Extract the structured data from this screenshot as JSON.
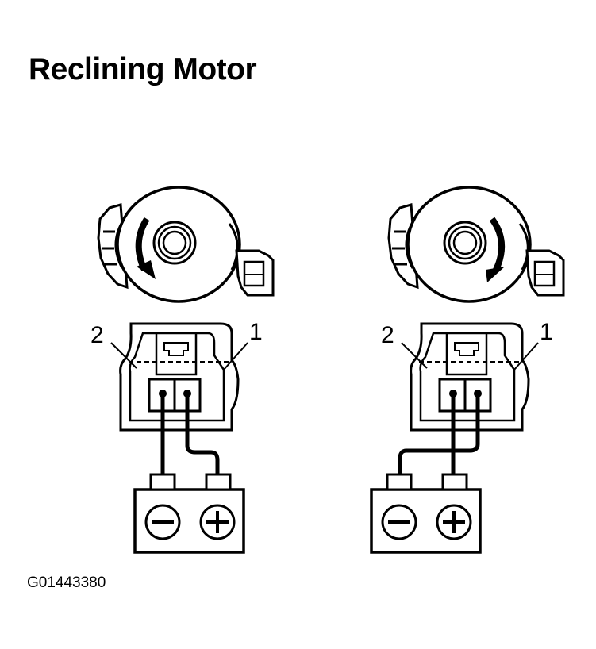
{
  "title": "Reclining Motor",
  "figure_id": "G01443380",
  "pin_labels": {
    "left": "2",
    "right": "1"
  },
  "views": [
    {
      "name": "left-view",
      "rotation": "counterclockwise",
      "wiring": "pin2-to-negative-pin1-to-positive"
    },
    {
      "name": "right-view",
      "rotation": "clockwise",
      "wiring": "pin1-to-negative-pin2-to-positive"
    }
  ],
  "icons": [
    "minus-terminal-icon",
    "plus-terminal-icon",
    "rotation-arrow-icon"
  ],
  "colors": {
    "ink": "#000000",
    "paper": "#ffffff"
  }
}
